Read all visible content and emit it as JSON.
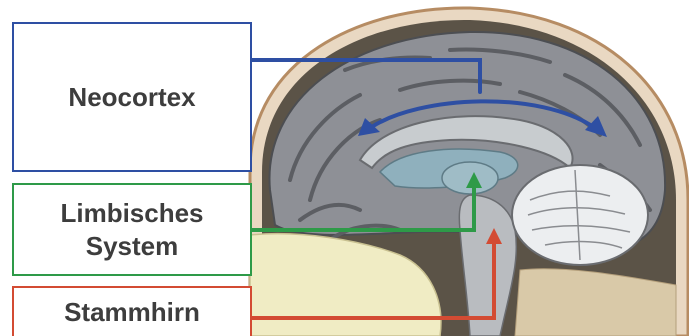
{
  "labels": {
    "neocortex": "Neocortex",
    "limbic_line1": "Limbisches",
    "limbic_line2": "System",
    "brainstem": "Stammhirn"
  },
  "colors": {
    "neocortex": "#2e4fa3",
    "limbic": "#2e9a48",
    "brainstem": "#d34b33",
    "label_text": "#3d3d3d",
    "cortex_gray": "#8e9096",
    "cortex_dark": "#5c5e63",
    "corpus_callosum": "#c8cccf",
    "ventricle": "#8fb0bd",
    "cerebellum": "#eceef0",
    "skull": "#c7a27a",
    "soft_tissue": "#f0ecc4"
  }
}
